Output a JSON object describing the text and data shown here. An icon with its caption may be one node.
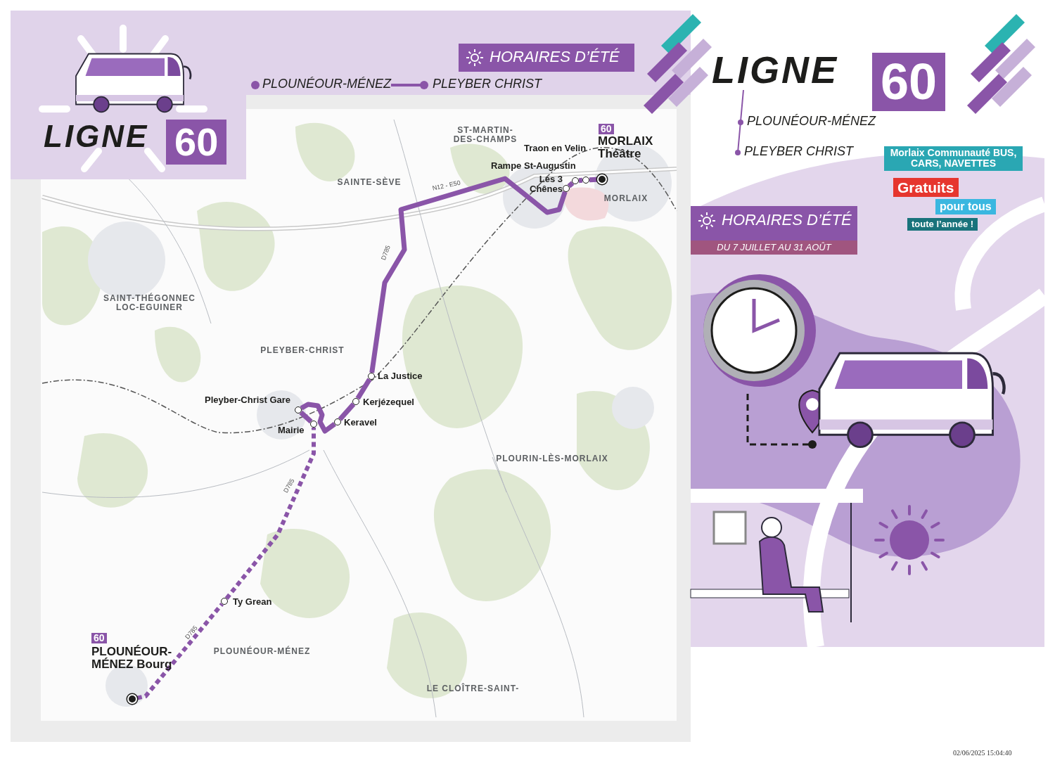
{
  "diagram": {
    "nodes": [
      {
        "text": [],
        "shape": "circle",
        "beside": [
          "60",
          "PLOUNÉOUR-MÉNEZ Bourg"
        ]
      },
      {
        "text": [],
        "shape": "circle",
        "beside": [
          "Ty Grean"
        ]
      },
      {
        "text": [],
        "shape": "circle",
        "beside": [
          "Mairie"
        ]
      },
      {
        "text": [],
        "shape": "circle",
        "beside": [
          "Pleyber-Christ Gare"
        ]
      },
      {
        "text": [],
        "shape": "circle",
        "beside": [
          "Keravel"
        ]
      },
      {
        "text": [],
        "shape": "circle",
        "beside": [
          "Kerjézequel"
        ]
      },
      {
        "text": [],
        "shape": "circle",
        "beside": [
          "La Justice"
        ]
      },
      {
        "text": [],
        "shape": "circle",
        "beside": [
          "Les 3 Chênes"
        ]
      },
      {
        "text": [],
        "shape": "circle",
        "beside": [
          "Rampe St-Augustin"
        ]
      },
      {
        "text": [],
        "shape": "circle",
        "beside": [
          "Traon en Velin"
        ]
      },
      {
        "text": [],
        "shape": "circle",
        "beside": [
          "60",
          "MORLAIX Théâtre"
        ]
      }
    ],
    "edges": [
      {
        "from": 0,
        "to": 1,
        "arrow": "none",
        "style": "dashed"
      },
      {
        "from": 1,
        "to": 2,
        "arrow": "none",
        "style": "dashed"
      },
      {
        "from": 2,
        "to": 3,
        "arrow": "none"
      },
      {
        "from": 3,
        "to": 4,
        "arrow": "none"
      },
      {
        "from": 4,
        "to": 5,
        "arrow": "none"
      },
      {
        "from": 5,
        "to": 6,
        "arrow": "none"
      },
      {
        "from": 6,
        "to": 7,
        "arrow": "none"
      },
      {
        "from": 7,
        "to": 8,
        "arrow": "none"
      },
      {
        "from": 8,
        "to": 9,
        "arrow": "none"
      },
      {
        "from": 9,
        "to": 10,
        "arrow": "none"
      }
    ],
    "labels": [
      "LIGNE",
      "60",
      "HORAIRES D’ÉTÉ",
      "PLOUNÉOUR-MÉNEZ",
      "PLEYBER CHRIST",
      "ST-MARTIN-DES-CHAMPS",
      "SAINTE-SÈVE",
      "N12 - E50",
      "MORLAIX",
      "D785",
      "SAINT-THÉGONNEC LOC-EGUINER",
      "PLEYBER-CHRIST",
      "PLOURIN-LÈS-MORLAIX",
      "D785",
      "D785",
      "PLOUNÉOUR-MÉNEZ",
      "LE CLOÎTRE-SAINT-",
      "LIGNE",
      "60",
      "PLOUNÉOUR-MÉNEZ",
      "PLEYBER CHRIST",
      "Morlaix Communauté BUS, CARS, NAVETTES",
      "Gratuits",
      "pour tous",
      "toute l’année !",
      "HORAIRES D’ÉTÉ",
      "DU 7 JUILLET AU 31 AOÛT",
      "02/06/2025 15:04:40"
    ]
  }
}
